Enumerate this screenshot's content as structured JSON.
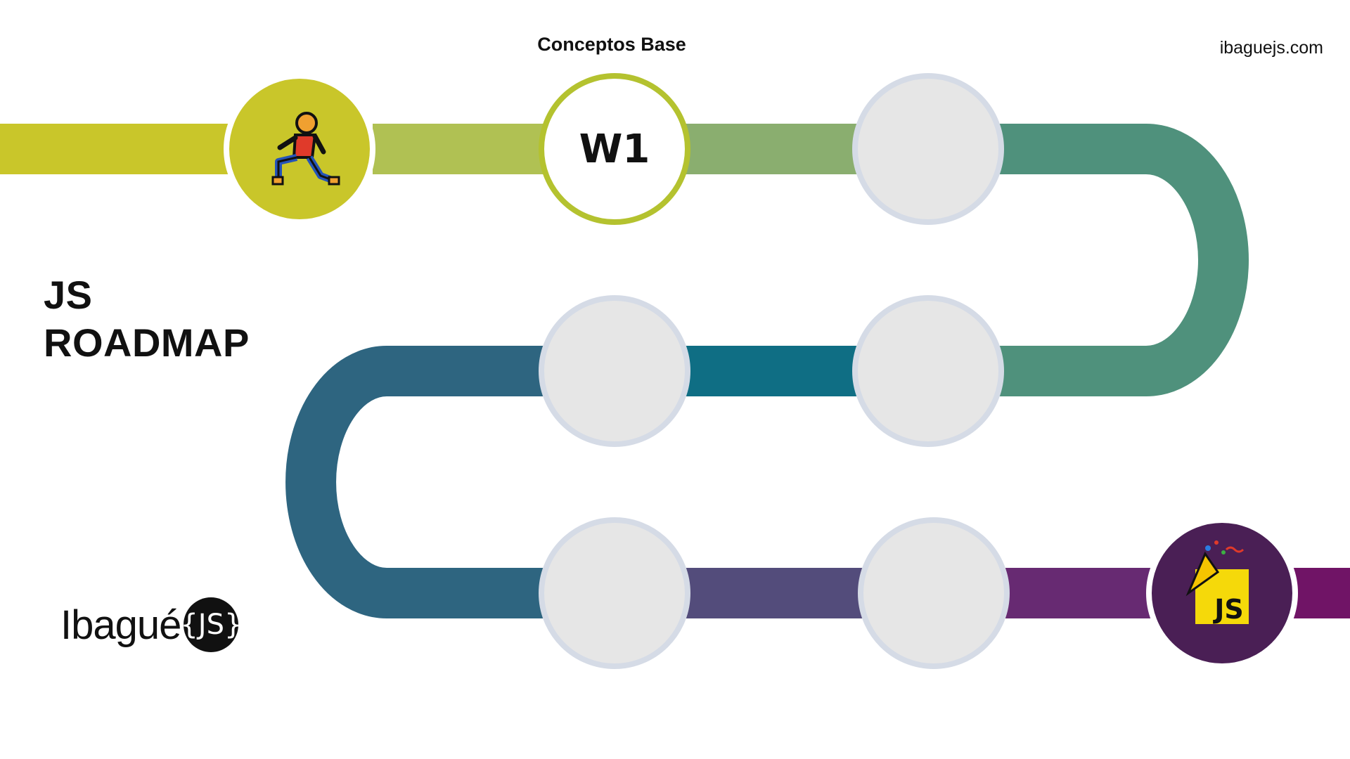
{
  "site_url": "ibaguejs.com",
  "roadmap_title_line1": "JS",
  "roadmap_title_line2": "ROADMAP",
  "brand": {
    "name": "Ibagué",
    "badge_text": "{JS}"
  },
  "stages": [
    {
      "id": "start",
      "kind": "icon",
      "icon": "runner-icon",
      "label": "",
      "state": "start",
      "fill": "#c9c62a",
      "ring": "#ffffff"
    },
    {
      "id": "w1",
      "kind": "text",
      "text": "W1",
      "label": "Conceptos Base",
      "state": "current",
      "fill": "#ffffff",
      "ring": "#b4c22f"
    },
    {
      "id": "m3",
      "kind": "empty",
      "label": "",
      "state": "locked",
      "fill": "#e6e6e6",
      "ring": "#d5dbe6"
    },
    {
      "id": "m4",
      "kind": "empty",
      "label": "",
      "state": "locked",
      "fill": "#e6e6e6",
      "ring": "#d5dbe6"
    },
    {
      "id": "m5",
      "kind": "empty",
      "label": "",
      "state": "locked",
      "fill": "#e6e6e6",
      "ring": "#d5dbe6"
    },
    {
      "id": "m6",
      "kind": "empty",
      "label": "",
      "state": "locked",
      "fill": "#e6e6e6",
      "ring": "#d5dbe6"
    },
    {
      "id": "m7",
      "kind": "empty",
      "label": "",
      "state": "locked",
      "fill": "#e6e6e6",
      "ring": "#d5dbe6"
    },
    {
      "id": "finish",
      "kind": "icon",
      "icon": "party-popper-js-icon",
      "text": "JS",
      "label": "",
      "state": "finish",
      "fill": "#4a1f55",
      "ring": "#ffffff"
    }
  ],
  "path_colors": {
    "start": "#c9c62a",
    "lime": "#b0c153",
    "olive_green": "#8aae6f",
    "teal_green": "#4f917c",
    "petrol": "#0f6e84",
    "steel_blue": "#2e6580",
    "slate_purple": "#534c7b",
    "purple": "#672a72",
    "magenta_end": "#701466"
  },
  "icon_colors": {
    "js_badge": "#f5d90a"
  }
}
